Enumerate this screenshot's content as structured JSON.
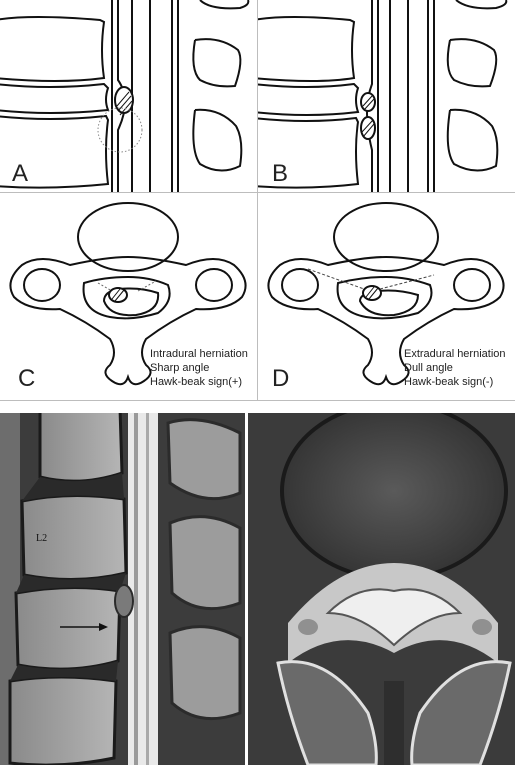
{
  "panels": {
    "a": {
      "letter": "A"
    },
    "b": {
      "letter": "B"
    },
    "c": {
      "letter": "C",
      "caption": [
        "Intradural herniation",
        "Sharp angle",
        "Hawk-beak sign(+)"
      ]
    },
    "d": {
      "letter": "D",
      "caption": [
        "Extradural herniation",
        "Dull angle",
        "Hawk-beak sign(-)"
      ]
    }
  },
  "mri_sagittal": {
    "vertebra_label": "L2"
  }
}
